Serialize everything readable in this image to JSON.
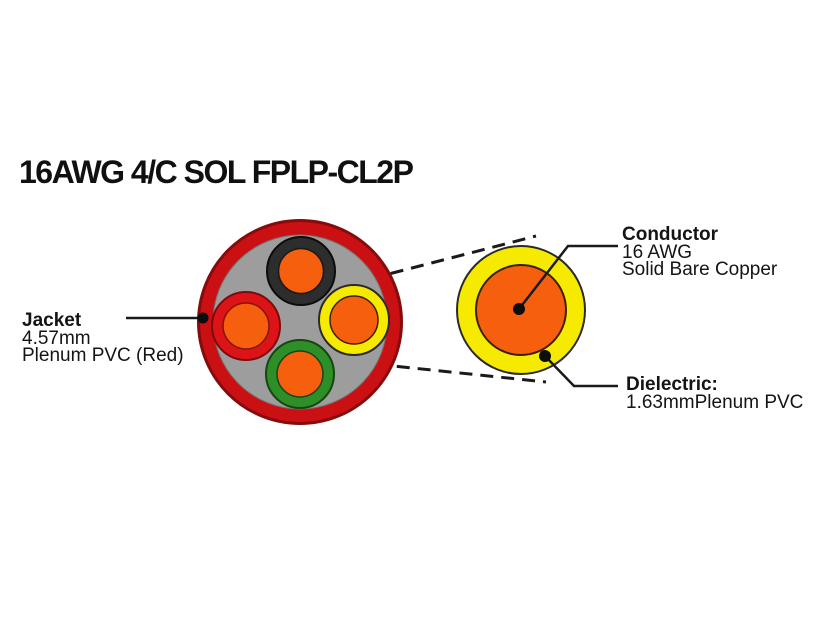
{
  "title": "16AWG 4/C SOL FPLP-CL2P",
  "labels": {
    "jacket": {
      "heading": "Jacket",
      "line1": "4.57mm",
      "line2": "Plenum PVC (Red)"
    },
    "conductor": {
      "heading": "Conductor",
      "line1": "16 AWG",
      "line2": "Solid Bare Copper"
    },
    "dielectric": {
      "heading": "Dielectric:",
      "line1": "1.63mmPlenum PVC"
    }
  },
  "diagram": {
    "type": "cable-cross-section",
    "conductor_count": 4,
    "insulation_colors": [
      "black",
      "red",
      "yellow",
      "green"
    ]
  },
  "colors": {
    "jacket_red": "#cb1013",
    "filler_gray": "#9d9d9d",
    "insulation_black": "#2d2d2d",
    "insulation_red": "#dc1417",
    "insulation_yellow": "#f6ea00",
    "insulation_green": "#2e8f28",
    "conductor_orange": "#f55f0e",
    "line_black": "#1a1a1a"
  }
}
